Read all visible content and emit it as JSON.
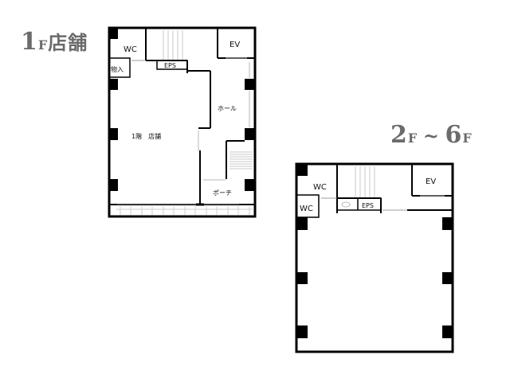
{
  "floor_1": {
    "title_number": "1",
    "title_suffix": "F",
    "title_name": "店舗",
    "rooms": {
      "wc": "WC",
      "ev": "EV",
      "eps": "EPS",
      "storage": "物入",
      "hall": "ホール",
      "shop": "1階　店舗",
      "porch": "ポーチ"
    }
  },
  "floor_2_6": {
    "title_from": "2",
    "title_from_suffix": "F",
    "title_sep": "~",
    "title_to": "6",
    "title_to_suffix": "F",
    "rooms": {
      "wc_upper": "WC",
      "wc_lower": "WC",
      "ev": "EV",
      "eps": "EPS"
    }
  },
  "colors": {
    "wall": "#000000",
    "thin_line": "#bfbfbf",
    "title": "#6b6b6b",
    "background": "#ffffff"
  }
}
